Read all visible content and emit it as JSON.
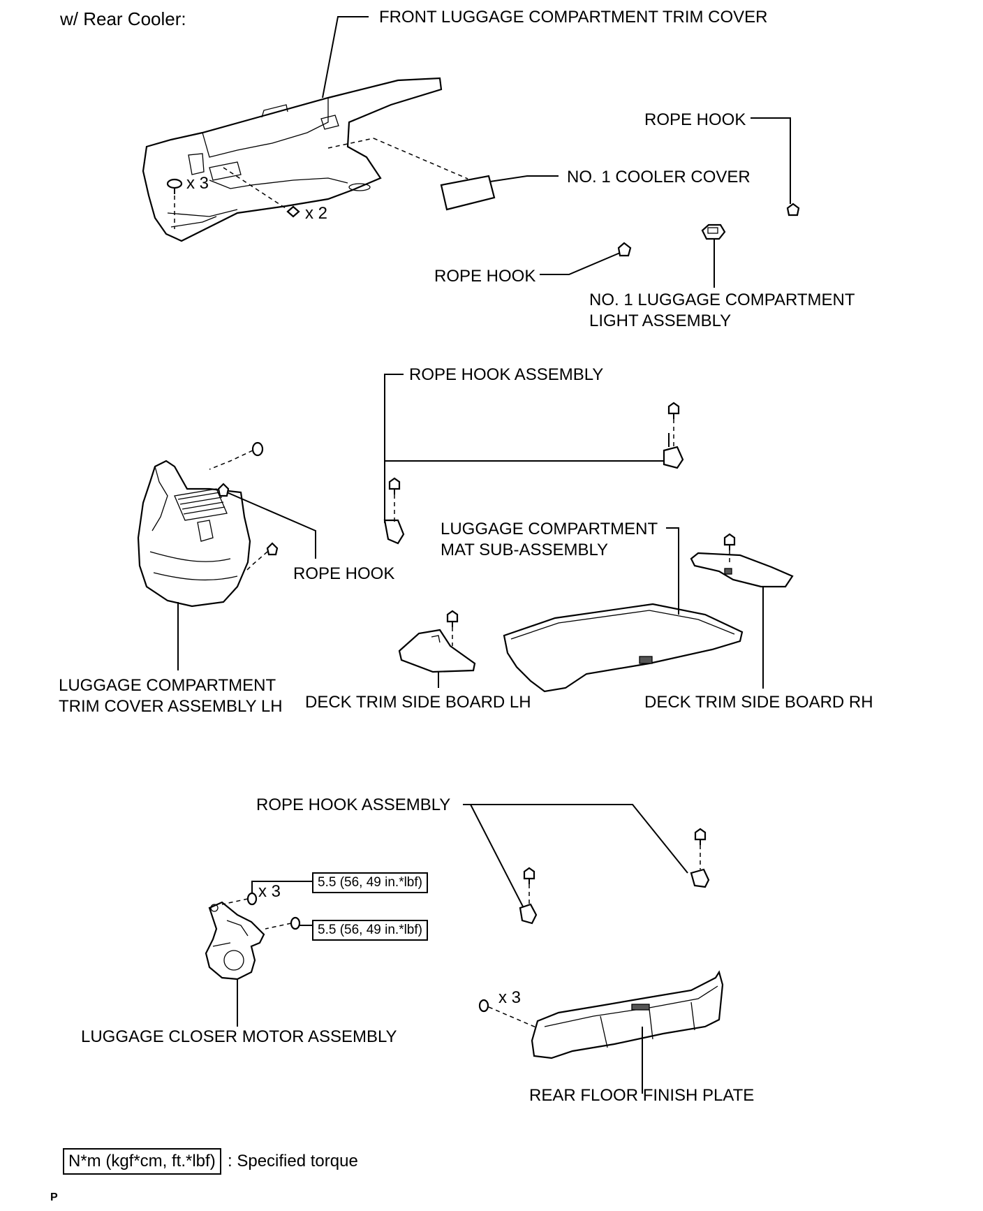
{
  "header": {
    "condition": "w/ Rear Cooler:"
  },
  "labels": {
    "front_trim_cover": "FRONT LUGGAGE COMPARTMENT TRIM COVER",
    "no1_cooler_cover": "NO. 1 COOLER COVER",
    "rope_hook": "ROPE HOOK",
    "light_assembly_line1": "NO. 1 LUGGAGE COMPARTMENT",
    "light_assembly_line2": "LIGHT ASSEMBLY",
    "rope_hook_assembly": "ROPE HOOK ASSEMBLY",
    "mat_line1": "LUGGAGE COMPARTMENT",
    "mat_line2": "MAT SUB-ASSEMBLY",
    "trim_lh_line1": "LUGGAGE COMPARTMENT",
    "trim_lh_line2": "TRIM COVER ASSEMBLY LH",
    "deck_board_lh": "DECK TRIM SIDE BOARD LH",
    "deck_board_rh": "DECK TRIM SIDE BOARD RH",
    "closer_motor": "LUGGAGE CLOSER MOTOR ASSEMBLY",
    "rear_floor_plate": "REAR FLOOR FINISH PLATE"
  },
  "quantities": {
    "x3": "x 3",
    "x2": "x 2"
  },
  "torque_spec": "5.5 (56, 49 in.*lbf)",
  "legend": {
    "box": "N*m (kgf*cm, ft.*lbf)",
    "text": ": Specified torque"
  },
  "footer_code": "P"
}
